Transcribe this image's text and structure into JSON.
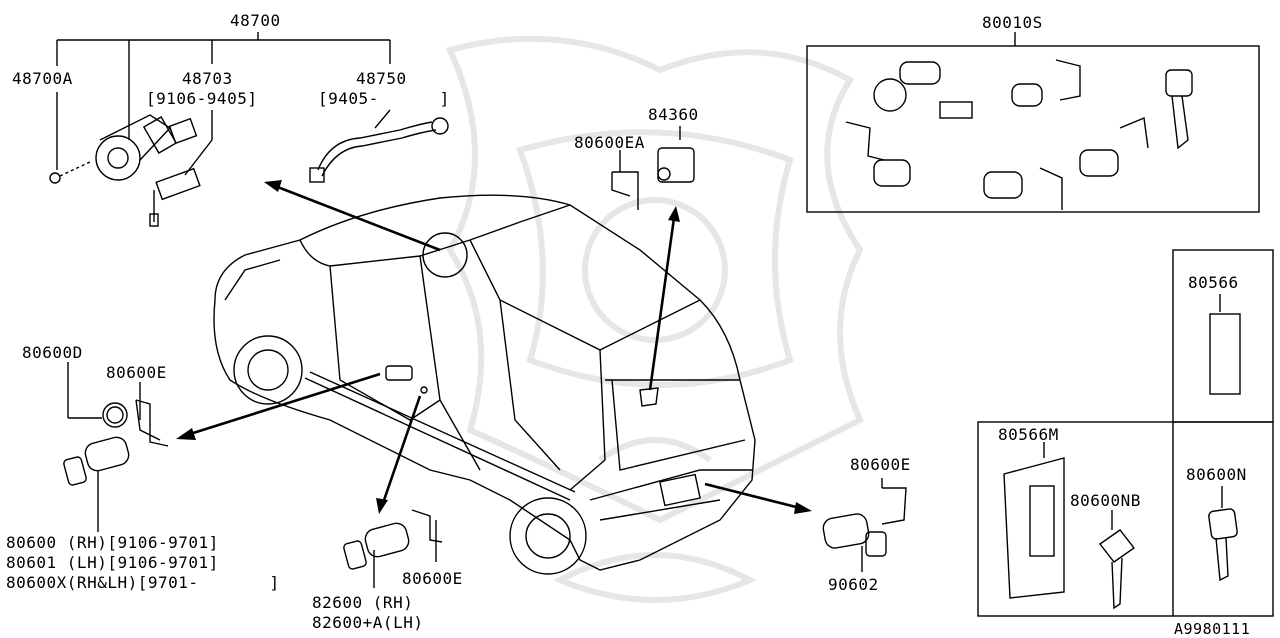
{
  "diagram": {
    "line_color": "#000000",
    "background": "#ffffff",
    "watermark_color": "#e6e6e6",
    "labels": {
      "main_assembly": "48700",
      "a48700A": "48700A",
      "a48703": "48703",
      "a48703_date": "[9106-9405]",
      "a48750": "48750",
      "a48750_date": "[9405-      ]",
      "set_80010S": "80010S",
      "a84360": "84360",
      "a80600EA": "80600EA",
      "a80600D": "80600D",
      "a80600E_left": "80600E",
      "a80600_rh": "80600 (RH)[9106-9701]",
      "a80601_lh": "80601 (LH)[9106-9701]",
      "a80600X": "80600X(RH&LH)[9701-       ]",
      "a80600E_mid": "80600E",
      "a82600_rh": "82600 (RH)",
      "a82600A_lh": "82600+A(LH)",
      "a80600E_right": "80600E",
      "a90602": "90602",
      "a80566": "80566",
      "a80566M": "80566M",
      "a80600NB": "80600NB",
      "a80600N": "80600N",
      "ref_code": "A9980111"
    }
  }
}
